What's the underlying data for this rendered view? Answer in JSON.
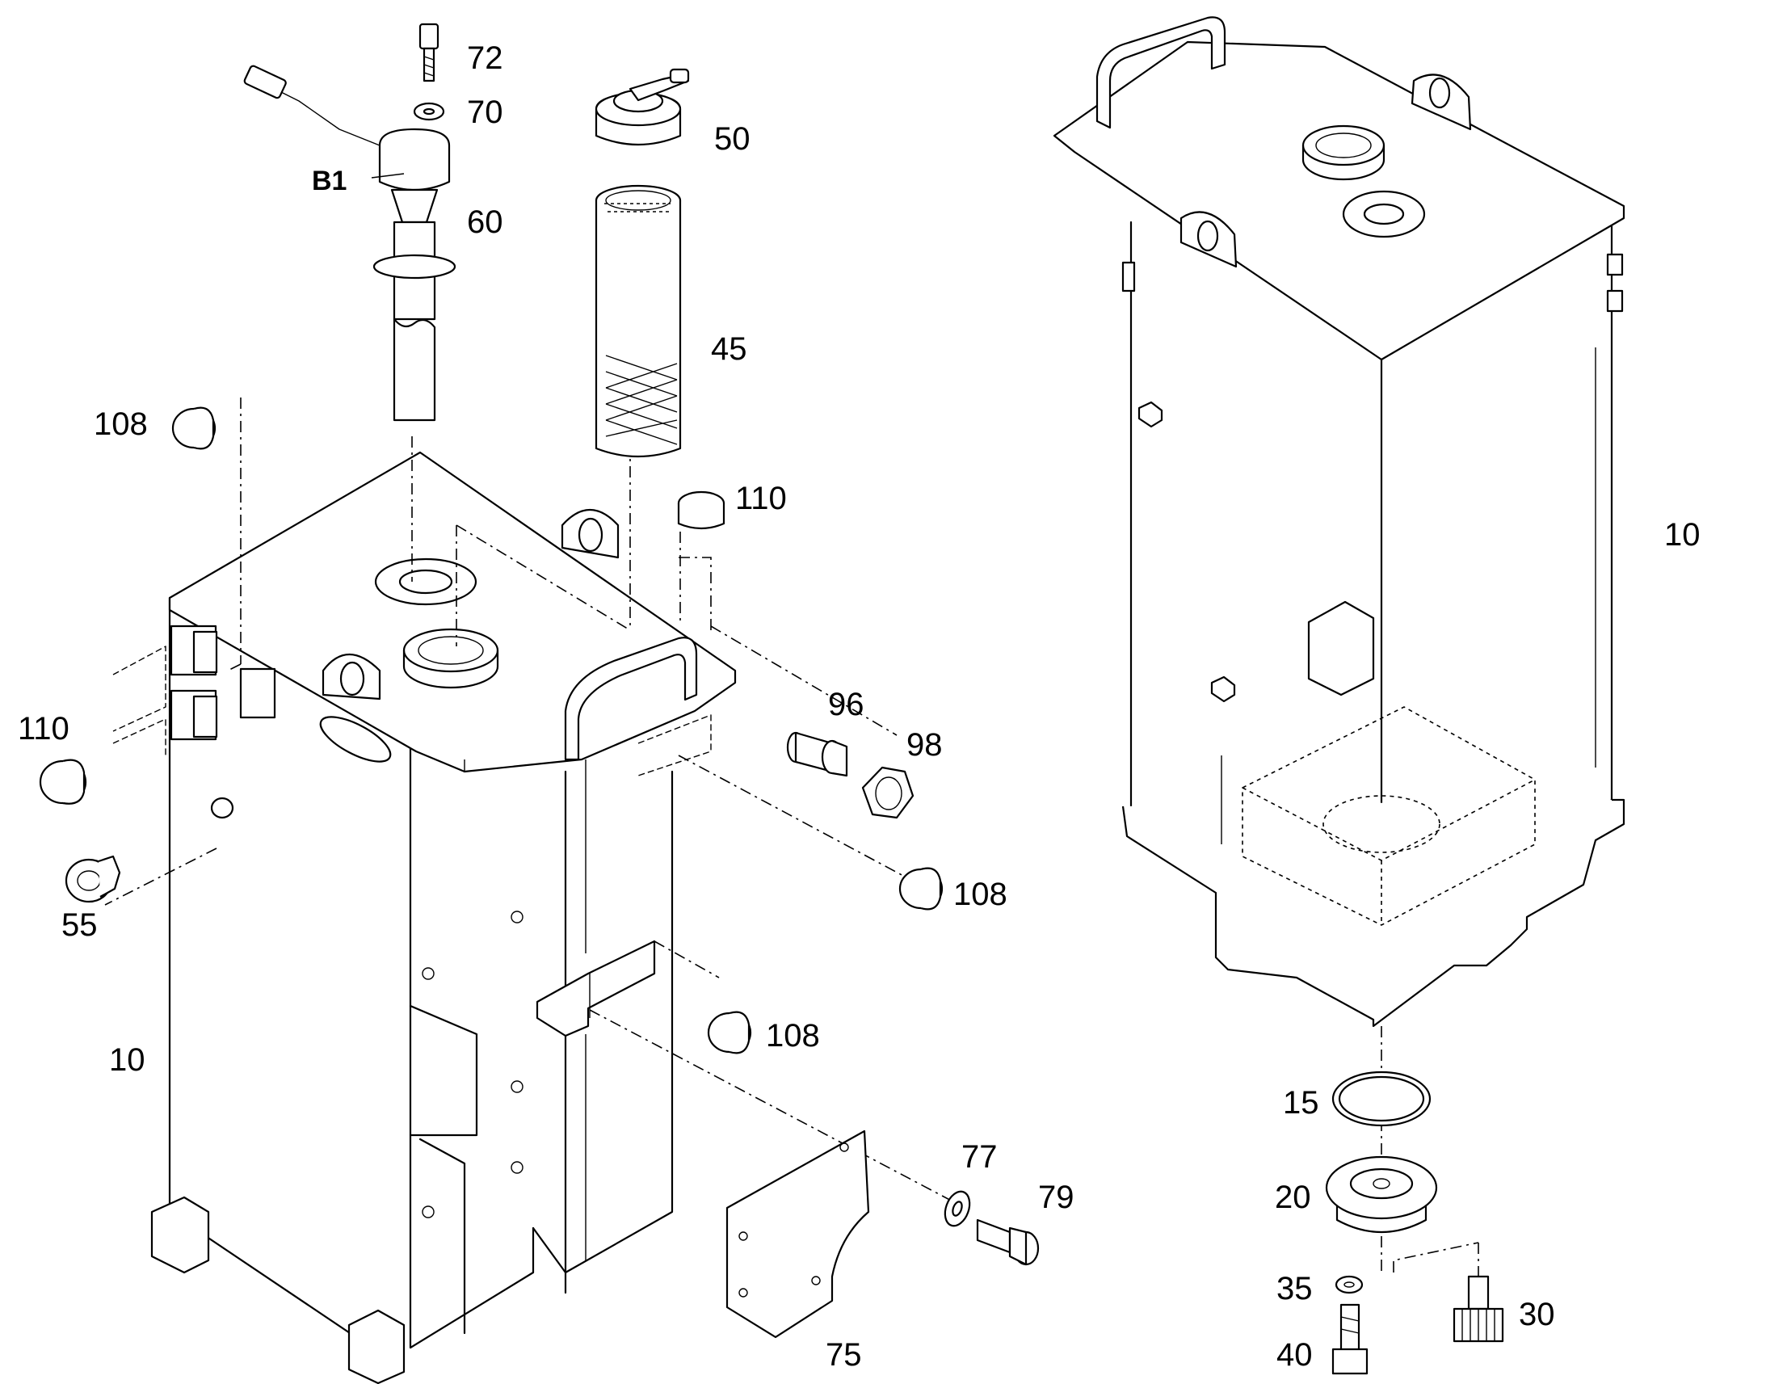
{
  "labels": {
    "p72": "72",
    "p70": "70",
    "pB1": "B1",
    "p60": "60",
    "p50": "50",
    "p45": "45",
    "p108a": "108",
    "p110a": "110",
    "p110b": "110",
    "p96": "96",
    "p98": "98",
    "p108b": "108",
    "p55": "55",
    "p108c": "108",
    "p10a": "10",
    "p77": "77",
    "p79": "79",
    "p75": "75",
    "p10b": "10",
    "p15": "15",
    "p20": "20",
    "p35": "35",
    "p30": "30",
    "p40": "40"
  }
}
